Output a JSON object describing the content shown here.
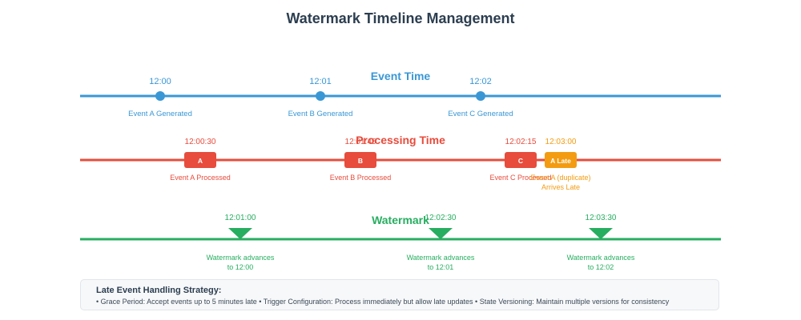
{
  "title": "Watermark Timeline Management",
  "colors": {
    "title": "#2c3e50",
    "event": "#3a97d6",
    "processing": "#e74c3c",
    "late": "#f39c12",
    "watermark": "#27ae60"
  },
  "event_time": {
    "label": "Event Time",
    "events": [
      {
        "time": "12:00",
        "label": "Event A Generated"
      },
      {
        "time": "12:01",
        "label": "Event B Generated"
      },
      {
        "time": "12:02",
        "label": "Event C Generated"
      }
    ]
  },
  "processing_time": {
    "label": "Processing Time",
    "events": [
      {
        "time": "12:00:30",
        "badge": "A",
        "label": "Event A Processed",
        "late": false
      },
      {
        "time": "12:01:45",
        "badge": "B",
        "label": "Event B Processed",
        "late": false
      },
      {
        "time": "12:02:15",
        "badge": "C",
        "label": "Event C Processed",
        "late": false
      },
      {
        "time": "12:03:00",
        "badge": "A Late",
        "label": "Event A (duplicate)",
        "label2": "Arrives Late",
        "late": true
      }
    ]
  },
  "watermark": {
    "label": "Watermark",
    "markers": [
      {
        "time": "12:01:00",
        "line1": "Watermark advances",
        "line2": "to 12:00"
      },
      {
        "time": "12:02:30",
        "line1": "Watermark advances",
        "line2": "to 12:01"
      },
      {
        "time": "12:03:30",
        "line1": "Watermark advances",
        "line2": "to 12:02"
      }
    ]
  },
  "strategy": {
    "title": "Late Event Handling Strategy:",
    "body": "• Grace Period: Accept events up to 5 minutes late • Trigger Configuration: Process immediately but allow late updates • State Versioning: Maintain multiple versions for consistency"
  }
}
